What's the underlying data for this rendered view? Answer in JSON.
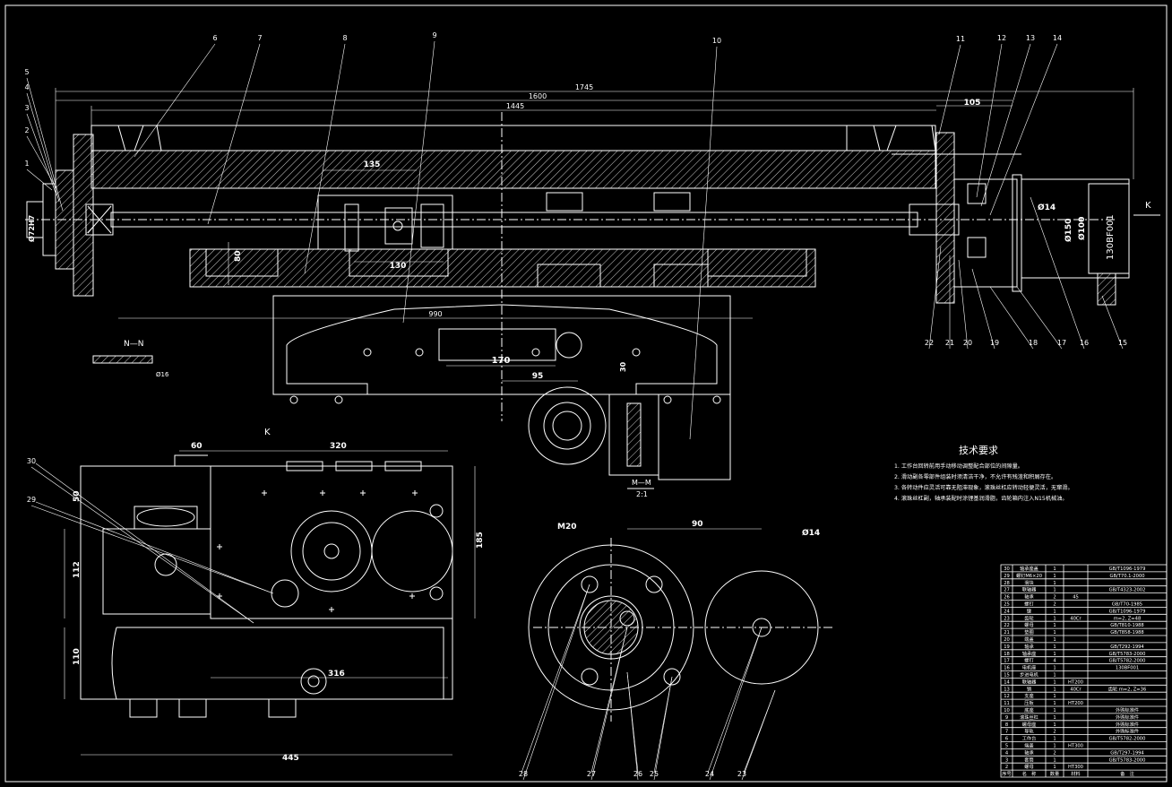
{
  "drawing": {
    "background": "#000000",
    "line_color": "#ffffff",
    "dimensions": {
      "d1745": "1745",
      "d1600": "1600",
      "d1445": "1445",
      "d135": "135",
      "d130": "130",
      "d80": "80",
      "d990": "990",
      "d170": "170",
      "d95": "95",
      "d30": "30",
      "d105": "105",
      "d60": "60",
      "d320": "320",
      "d185": "185",
      "d112": "112",
      "d110": "110",
      "d316": "316",
      "d445": "445",
      "d90": "90",
      "d50": "50"
    },
    "dia_labels": {
      "phi72": "Ø72H7",
      "phi14a": "Ø14",
      "phi150": "Ø150",
      "phi100": "Ø100",
      "phi20": "M20",
      "phi14b": "Ø14",
      "phi16": "Ø16"
    },
    "view_labels": {
      "nn": "N—N",
      "mm": "M—M",
      "mm_scale": "2:1",
      "k_top": "K",
      "k_view": "K",
      "motor": "130BF001"
    },
    "callouts": [
      "1",
      "2",
      "3",
      "4",
      "5",
      "6",
      "7",
      "8",
      "9",
      "10",
      "11",
      "12",
      "13",
      "14",
      "15",
      "16",
      "17",
      "18",
      "19",
      "20",
      "21",
      "22",
      "23",
      "24",
      "25",
      "26",
      "27",
      "28",
      "29",
      "30"
    ]
  },
  "tech_notes": {
    "title": "技术要求",
    "lines": [
      "1. 工作台回转前用手动移动调整配合部位的间隙量。",
      "2. 滑动副各零部件组装时须清洁干净，不允许有残渣和积屑存在。",
      "3. 各转动件应灵活可靠无阻滞现象，滚珠丝杠应转动轻便灵活，无窜滑。",
      "4. 滚珠丝杠副，轴承装配时涂锂基润滑脂，齿轮箱内注入N15机械油。"
    ]
  },
  "title_block": {
    "rows": [
      {
        "no": "30",
        "name": "轴承座盖",
        "qty": "1",
        "mat": "",
        "std": "GB/T1096-1979"
      },
      {
        "no": "29",
        "name": "螺钉M6×20",
        "qty": "1",
        "mat": "",
        "std": "GB/T70.1-2000"
      },
      {
        "no": "28",
        "name": "滑块",
        "qty": "1",
        "mat": "",
        "std": ""
      },
      {
        "no": "27",
        "name": "联轴器",
        "qty": "1",
        "mat": "",
        "std": "GB/T4323-2002"
      },
      {
        "no": "26",
        "name": "轴承",
        "qty": "2",
        "mat": "45",
        "std": ""
      },
      {
        "no": "25",
        "name": "螺钉",
        "qty": "2",
        "mat": "",
        "std": "GB/T70-1985"
      },
      {
        "no": "24",
        "name": "键",
        "qty": "1",
        "mat": "",
        "std": "GB/T1096-1979"
      },
      {
        "no": "23",
        "name": "齿轮",
        "qty": "1",
        "mat": "40Cr",
        "std": "m=2, Z=48"
      },
      {
        "no": "22",
        "name": "螺母",
        "qty": "1",
        "mat": "",
        "std": "GB/T810-1988"
      },
      {
        "no": "21",
        "name": "垫圈",
        "qty": "1",
        "mat": "",
        "std": "GB/T858-1988"
      },
      {
        "no": "20",
        "name": "端盖",
        "qty": "1",
        "mat": "",
        "std": ""
      },
      {
        "no": "19",
        "name": "轴承",
        "qty": "1",
        "mat": "",
        "std": "GB/T292-1994"
      },
      {
        "no": "18",
        "name": "轴承座",
        "qty": "1",
        "mat": "",
        "std": "GB/T5783-2000"
      },
      {
        "no": "17",
        "name": "螺钉",
        "qty": "4",
        "mat": "",
        "std": "GB/T5782-2000"
      },
      {
        "no": "16",
        "name": "电机座",
        "qty": "1",
        "mat": "",
        "std": "130BF001"
      },
      {
        "no": "15",
        "name": "步进电机",
        "qty": "1",
        "mat": "",
        "std": ""
      },
      {
        "no": "14",
        "name": "联轴器",
        "qty": "1",
        "mat": "HT200",
        "std": ""
      },
      {
        "no": "13",
        "name": "销",
        "qty": "1",
        "mat": "40Cr",
        "std": "齿轮 m=2, Z=36"
      },
      {
        "no": "12",
        "name": "支座",
        "qty": "1",
        "mat": "",
        "std": ""
      },
      {
        "no": "11",
        "name": "压板",
        "qty": "1",
        "mat": "HT200",
        "std": ""
      },
      {
        "no": "10",
        "name": "底座",
        "qty": "1",
        "mat": "",
        "std": "外购标准件"
      },
      {
        "no": "9",
        "name": "滚珠丝杠",
        "qty": "1",
        "mat": "",
        "std": "外购标准件"
      },
      {
        "no": "8",
        "name": "螺母座",
        "qty": "1",
        "mat": "",
        "std": "外购标准件"
      },
      {
        "no": "7",
        "name": "导轨",
        "qty": "2",
        "mat": "",
        "std": "外购标准件"
      },
      {
        "no": "6",
        "name": "工作台",
        "qty": "1",
        "mat": "",
        "std": "GB/T5782-2000"
      },
      {
        "no": "5",
        "name": "端盖",
        "qty": "1",
        "mat": "HT300",
        "std": ""
      },
      {
        "no": "4",
        "name": "轴承",
        "qty": "2",
        "mat": "",
        "std": "GB/T297-1994"
      },
      {
        "no": "3",
        "name": "套筒",
        "qty": "1",
        "mat": "",
        "std": "GB/T5783-2000"
      },
      {
        "no": "2",
        "name": "螺母",
        "qty": "1",
        "mat": "HT300",
        "std": ""
      },
      {
        "no": "序号",
        "name": "名　称",
        "qty": "数量",
        "mat": "材料",
        "std": "备　注"
      }
    ]
  }
}
